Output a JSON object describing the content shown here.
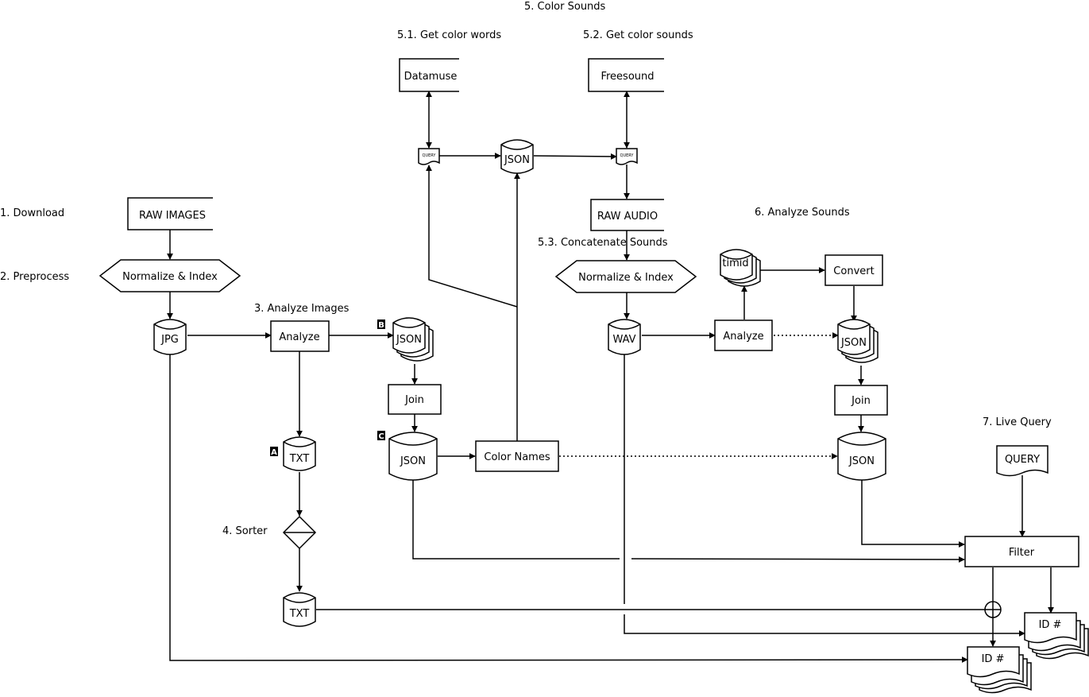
{
  "stages": {
    "download": "1. Download",
    "preprocess": "2. Preprocess",
    "analyze_images": "3. Analyze Images",
    "sorter": "4. Sorter",
    "color_sounds": "5. Color Sounds",
    "get_color_words": "5.1. Get color words",
    "get_color_sounds": "5.2. Get color sounds",
    "concatenate_sounds": "5.3. Concatenate Sounds",
    "analyze_sounds": "6. Analyze Sounds",
    "live_query": "7. Live Query"
  },
  "nodes": {
    "raw_images": "RAW IMAGES",
    "normalize_index_1": "Normalize & Index",
    "jpg": "JPG",
    "analyze_1": "Analyze",
    "json_b": "JSON",
    "badge_b": "B",
    "join_1": "Join",
    "json_c": "JSON",
    "badge_c": "C",
    "txt_a": "TXT",
    "badge_a": "A",
    "txt_sorted": "TXT",
    "color_names": "Color Names",
    "datamuse": "Datamuse",
    "freesound": "Freesound",
    "query_small_1": "QUERY",
    "query_small_2": "QUERY",
    "json_center": "JSON",
    "raw_audio": "RAW AUDIO",
    "normalize_index_2": "Normalize & Index",
    "wav": "WAV",
    "analyze_2": "Analyze",
    "timid": "timid",
    "convert": "Convert",
    "json_sounds": "JSON",
    "join_2": "Join",
    "json_sounds_joined": "JSON",
    "query": "QUERY",
    "filter": "Filter",
    "id_1": "ID #",
    "id_2": "ID #"
  }
}
